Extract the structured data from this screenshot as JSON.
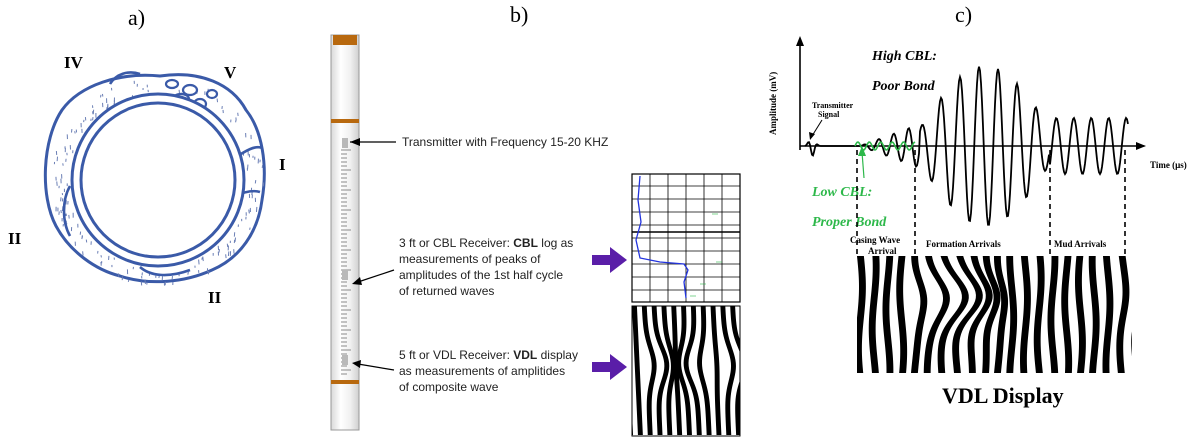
{
  "panels": {
    "a": {
      "label": "a)",
      "zones": [
        "IV",
        "V",
        "I",
        "II",
        "II"
      ]
    },
    "b": {
      "label": "b)",
      "transmitter": "Transmitter with Frequency 15-20 KHZ",
      "cbl": {
        "prefix": "3 ft or CBL Receiver: ",
        "bold": "CBL",
        "line1_rest": " log as",
        "line2": "measurements of peaks of",
        "line3": "amplitudes of the 1st half cycle",
        "line4": "of returned waves"
      },
      "vdl": {
        "prefix": "5 ft or VDL Receiver: ",
        "bold": "VDL",
        "line1_rest": " display",
        "line2": "as measurements of amplitides",
        "line3": "of composite wave"
      },
      "arrow_color": "#5a1ea8",
      "log_curve_color": "#2233dd"
    },
    "c": {
      "label": "c)",
      "y_axis_label": "Amplitude (mV)",
      "x_axis_label": "Time (µs)",
      "transmitter_signal_line1": "Transmitter",
      "transmitter_signal_line2": "Signal",
      "high_cbl": "High CBL:",
      "poor_bond": "Poor Bond",
      "low_cbl": "Low CBL:",
      "proper_bond": "Proper Bond",
      "casing_wave_line1": "Casing Wave",
      "casing_wave_line2": "Arrival",
      "formation_arrivals": "Formation Arrivals",
      "mud_arrivals": "Mud Arrivals",
      "vdl_title": "VDL Display",
      "green_color": "#2db84a"
    }
  }
}
